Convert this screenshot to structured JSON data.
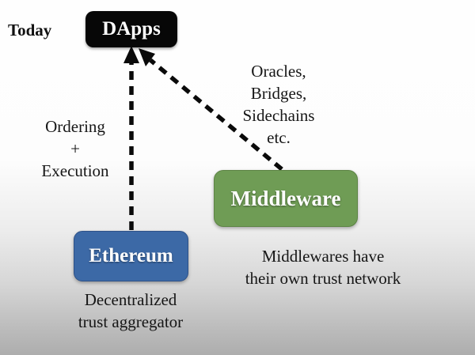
{
  "scene": {
    "today_label": "Today"
  },
  "nodes": {
    "dapps": {
      "label": "DApps",
      "bg_color": "#070707",
      "text_color": "#ffffff"
    },
    "middleware": {
      "label": "Middleware",
      "bg_color": "#6f9c55",
      "text_color": "#ffffff"
    },
    "ethereum": {
      "label": "Ethereum",
      "bg_color": "#3c69a6",
      "text_color": "#ffffff"
    }
  },
  "edges": [
    {
      "from": "Ethereum",
      "to": "DApps",
      "style": "dashed-arrow",
      "label": "Ordering + Execution"
    },
    {
      "from": "Middleware",
      "to": "DApps",
      "style": "dashed-arrow",
      "label": "Oracles, Bridges, Sidechains etc."
    }
  ],
  "edge_labels": {
    "ordering_execution": {
      "line1": "Ordering",
      "line2": "+",
      "line3": "Execution"
    },
    "oracles": {
      "line1": "Oracles,",
      "line2": "Bridges,",
      "line3": "Sidechains",
      "line4": "etc."
    }
  },
  "captions": {
    "ethereum": {
      "line1": "Decentralized",
      "line2": "trust aggregator"
    },
    "middleware": {
      "line1": "Middlewares have",
      "line2": "their own trust network"
    }
  }
}
